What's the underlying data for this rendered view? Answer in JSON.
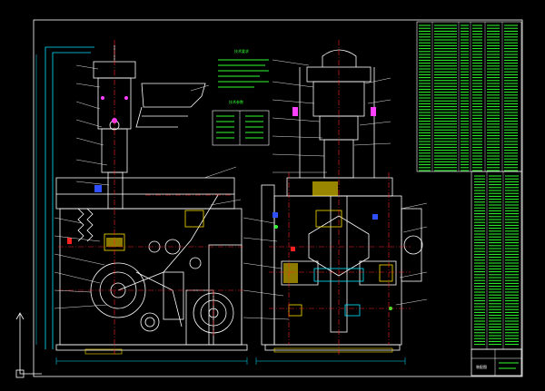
{
  "drawing": {
    "background": "#000000",
    "colors": {
      "frame": "#ffffff",
      "outline": "#ffffff",
      "centerline": "#ff2020",
      "leader": "#e0e0e0",
      "notes": "#30ff30",
      "table_green": "#30ff30",
      "bearing_yellow": "#ffe000",
      "cyan": "#00e5ff",
      "magenta": "#ff40ff",
      "blue": "#3050ff",
      "dimension": "#00e5ff"
    },
    "tech_notes_title": "技术要求",
    "params_title": "技术参数",
    "title_block_label": "装配图",
    "left_view": "front-section-view",
    "right_view": "side-section-view",
    "parts_list": "bill-of-materials",
    "icons": [
      "ucs-axis-icon"
    ]
  }
}
